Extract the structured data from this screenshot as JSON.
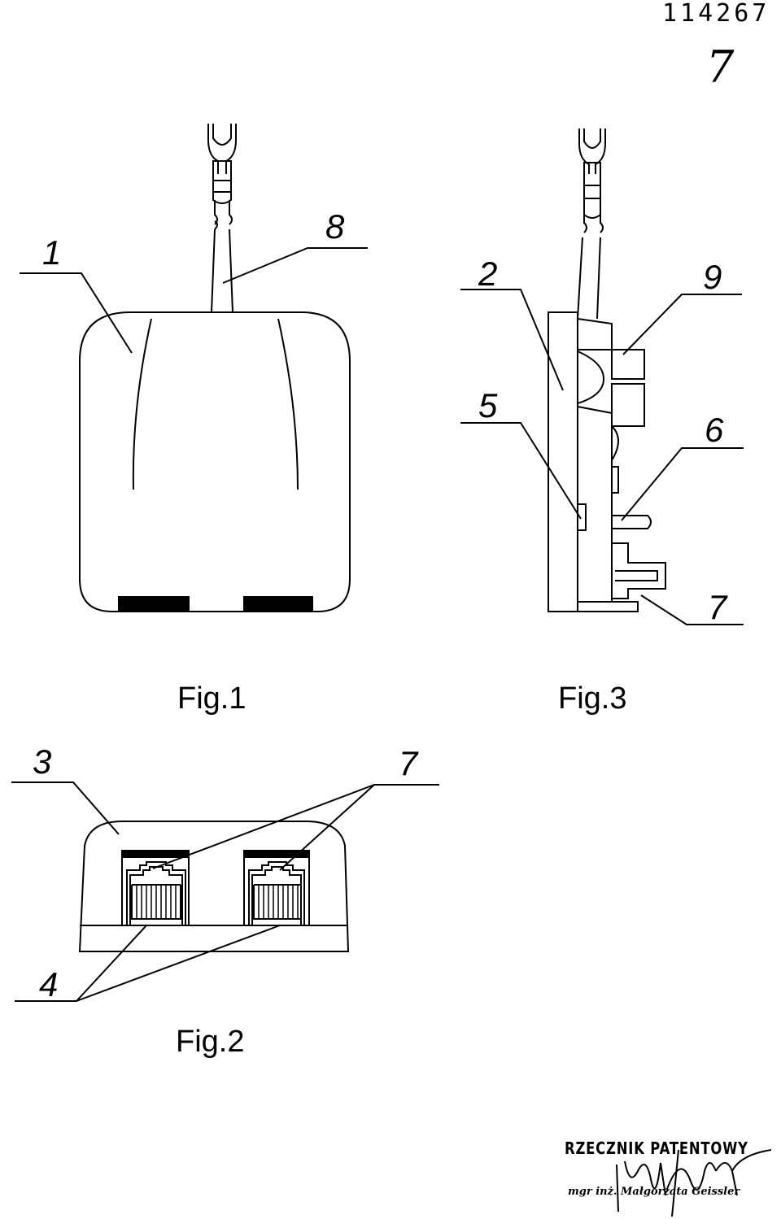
{
  "document_number": "114267",
  "sheet_mark": "7",
  "figures": {
    "fig1": {
      "caption": "Fig.1",
      "labels": {
        "housing": "1",
        "cable": "8"
      }
    },
    "fig2": {
      "caption": "Fig.2",
      "labels": {
        "front_housing": "3",
        "socket_pins": "4",
        "socket": "7"
      }
    },
    "fig3": {
      "caption": "Fig.3",
      "labels": {
        "side_housing": "2",
        "element_5": "5",
        "element_6": "6",
        "element_7": "7",
        "element_9": "9"
      }
    }
  },
  "stamp": {
    "line1": "RZECZNIK PATENTOWY",
    "line2": "mgr inż. Małgorzata Geissler"
  }
}
